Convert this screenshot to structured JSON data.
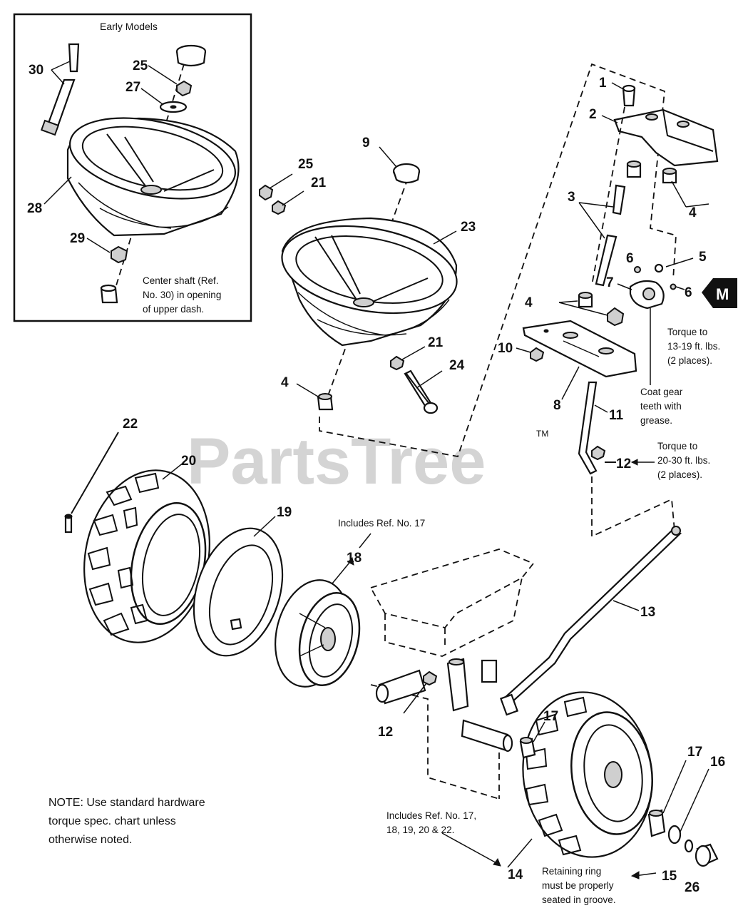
{
  "watermark": {
    "text": "PartsTree",
    "tm": "TM"
  },
  "inset": {
    "title": "Early Models",
    "caption": [
      "Center shaft (Ref.",
      "No. 30) in opening",
      "of upper dash."
    ]
  },
  "callouts": {
    "c1": "1",
    "c2": "2",
    "c3": "3",
    "c4a": "4",
    "c4b": "4",
    "c4c": "4",
    "c5": "5",
    "c6a": "6",
    "c6b": "6",
    "c7": "7",
    "c8": "8",
    "c9": "9",
    "c10": "10",
    "c11": "11",
    "c12a": "12",
    "c12b": "12",
    "c13": "13",
    "c14": "14",
    "c15": "15",
    "c16": "16",
    "c17a": "17",
    "c17b": "17",
    "c18": "18",
    "c19": "19",
    "c20": "20",
    "c21a": "21",
    "c21b": "21",
    "c22": "22",
    "c23": "23",
    "c24": "24",
    "c25a": "25",
    "c25b": "25",
    "c26": "26",
    "c27": "27",
    "c28": "28",
    "c29": "29",
    "c30": "30"
  },
  "marker": "M",
  "notes": {
    "torque1": [
      "Torque to",
      "13-19 ft. lbs.",
      "(2 places)."
    ],
    "coat": [
      "Coat gear",
      "teeth with",
      "grease."
    ],
    "torque2": [
      "Torque to",
      "20-30 ft. lbs.",
      "(2 places)."
    ],
    "includes17": "Includes Ref. No. 17",
    "includes14": [
      "Includes Ref. No. 17,",
      "18, 19, 20 & 22."
    ],
    "retaining": [
      "Retaining ring",
      "must be properly",
      "seated in groove."
    ],
    "general": [
      "NOTE: Use standard hardware",
      "torque spec. chart unless",
      "otherwise noted."
    ]
  }
}
